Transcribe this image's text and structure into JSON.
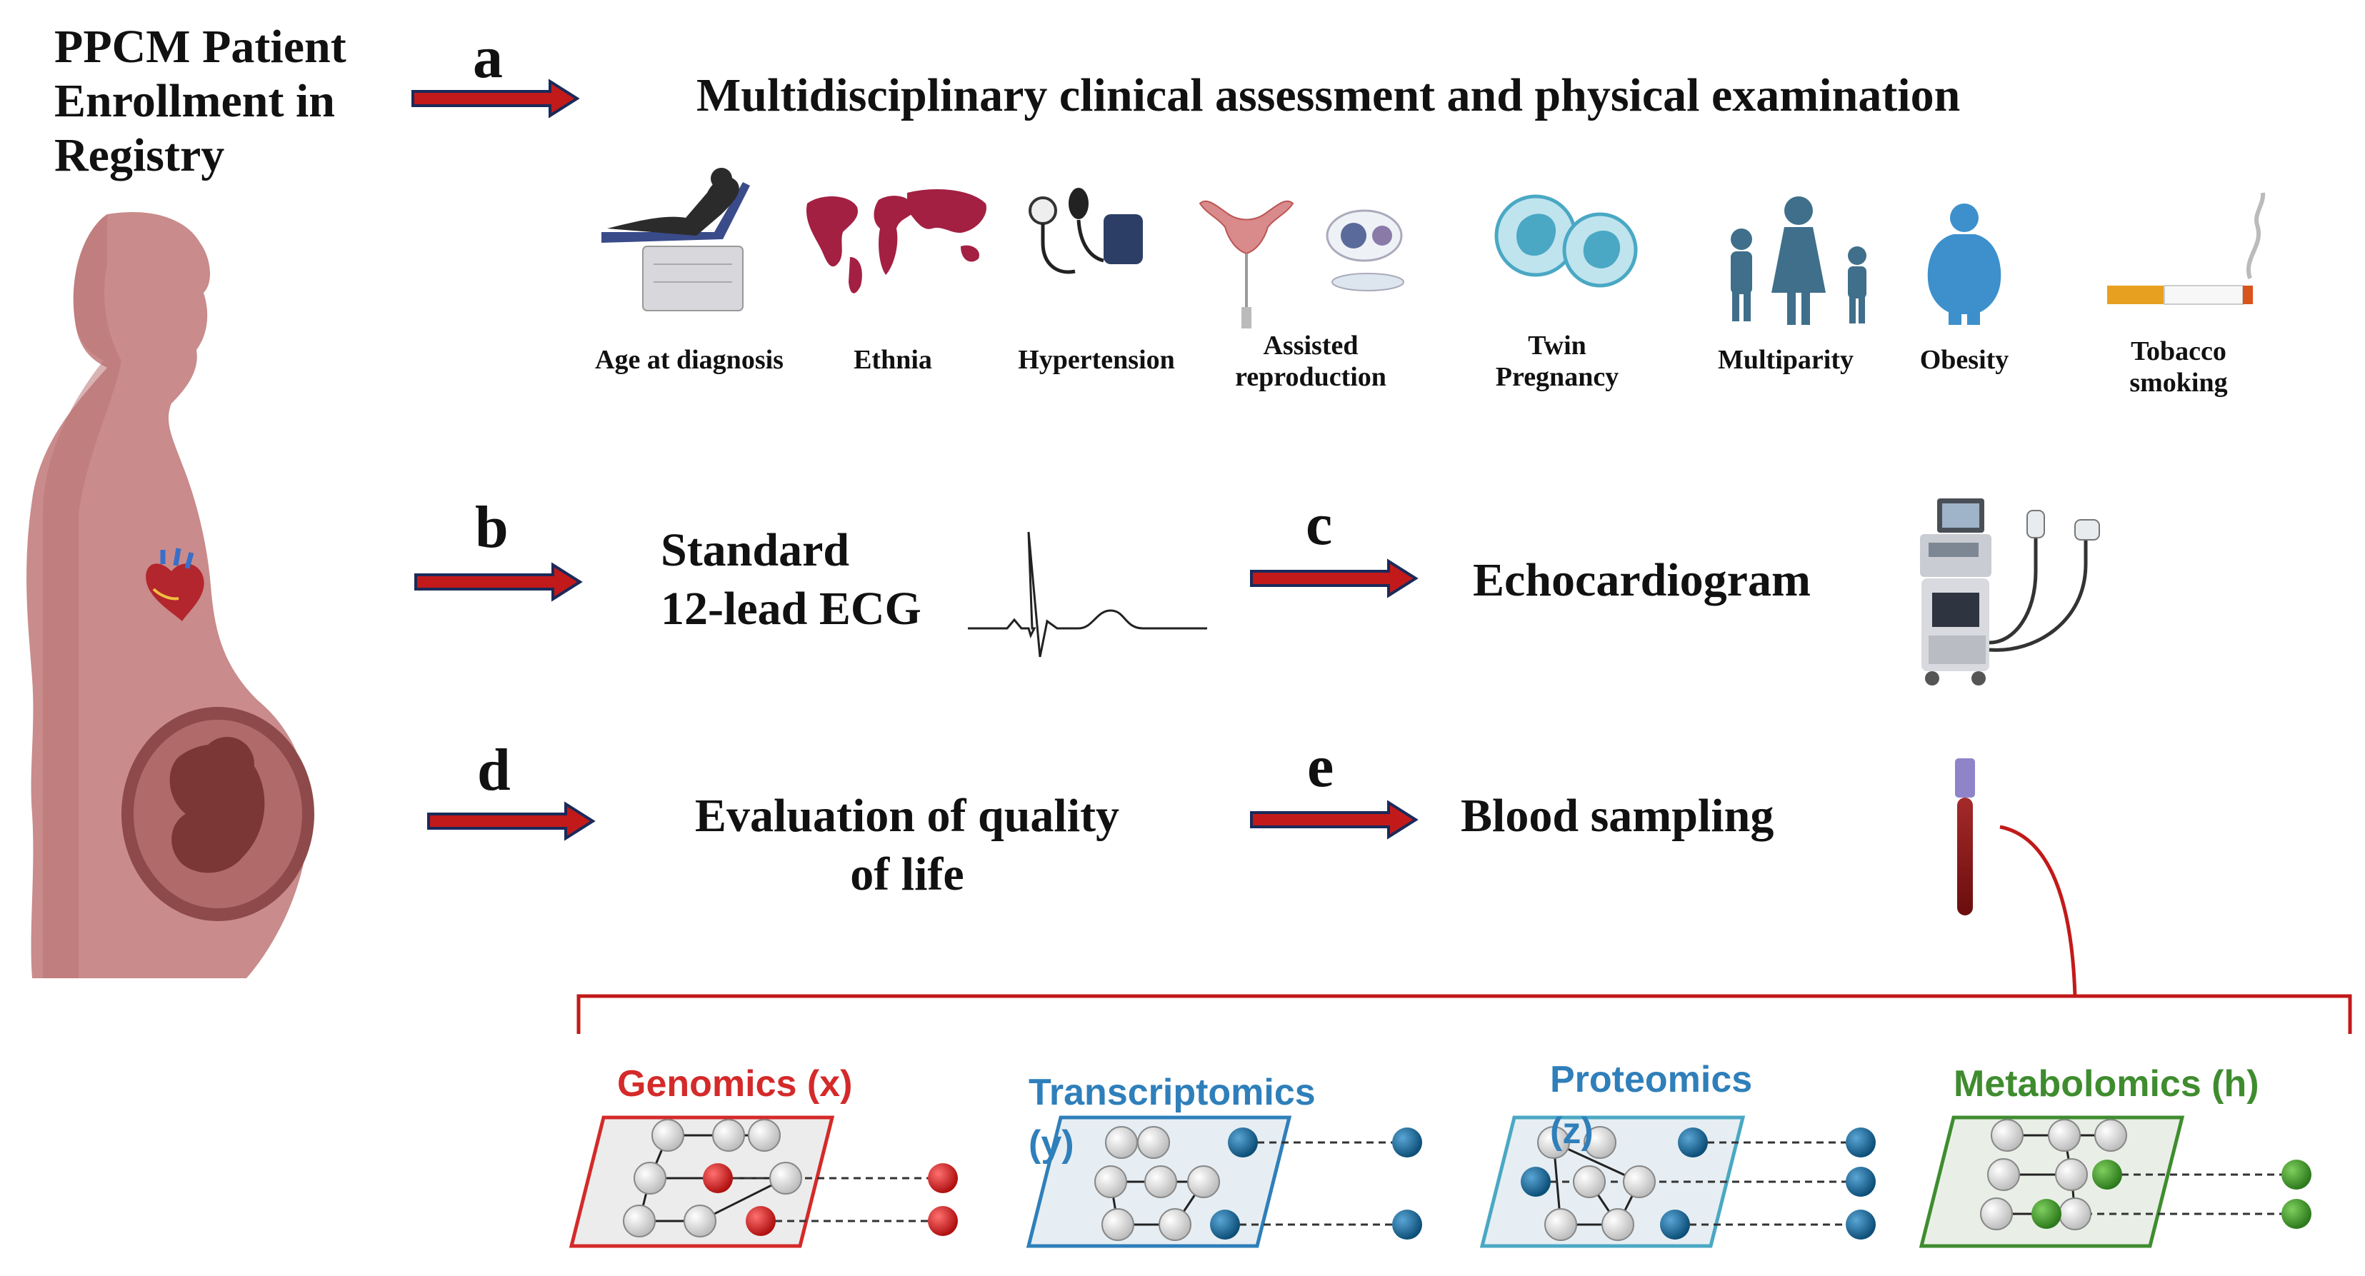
{
  "enrollment": {
    "line1": "PPCM Patient",
    "line2": "Enrollment in",
    "line3": "Registry"
  },
  "steps": {
    "a": {
      "letter": "a",
      "title": "Multidisciplinary clinical assessment and physical examination"
    },
    "b": {
      "letter": "b",
      "line1": "Standard",
      "line2": "12-lead ECG"
    },
    "c": {
      "letter": "c",
      "title": "Echocardiogram"
    },
    "d": {
      "letter": "d",
      "line1": "Evaluation of quality",
      "line2": "of life"
    },
    "e": {
      "letter": "e",
      "title": "Blood sampling"
    }
  },
  "risk_factors": [
    {
      "label": "Age at diagnosis",
      "icon": "examination-chair-icon"
    },
    {
      "label": "Ethnia",
      "icon": "world-map-icon"
    },
    {
      "label": "Hypertension",
      "icon": "blood-pressure-cuff-icon"
    },
    {
      "label": "Assisted",
      "label2": "reproduction",
      "icon": "ivf-icon"
    },
    {
      "label": "Twin",
      "label2": "Pregnancy",
      "icon": "twins-icon"
    },
    {
      "label": "Multiparity",
      "icon": "family-icon"
    },
    {
      "label": "Obesity",
      "icon": "obese-person-icon"
    },
    {
      "label": "Tobacco",
      "label2": "smoking",
      "icon": "cigarette-icon"
    }
  ],
  "omics": [
    {
      "title": "Genomics (x)",
      "color": "#d42a2a",
      "node": "x"
    },
    {
      "title": "Transcriptomics",
      "title2": "(y)",
      "color": "#2f7fba",
      "node": "y"
    },
    {
      "title": "Proteomics",
      "title2": "(z)",
      "color": "#2f7fba",
      "node": "z"
    },
    {
      "title": "Metabolomics (h)",
      "color": "#3f8c2f",
      "node": "h"
    }
  ],
  "colors": {
    "arrow": "#c21a1a",
    "arrow_edge": "#1a2a5a",
    "bracket": "#c21a1a",
    "body": "#c98b8b"
  }
}
